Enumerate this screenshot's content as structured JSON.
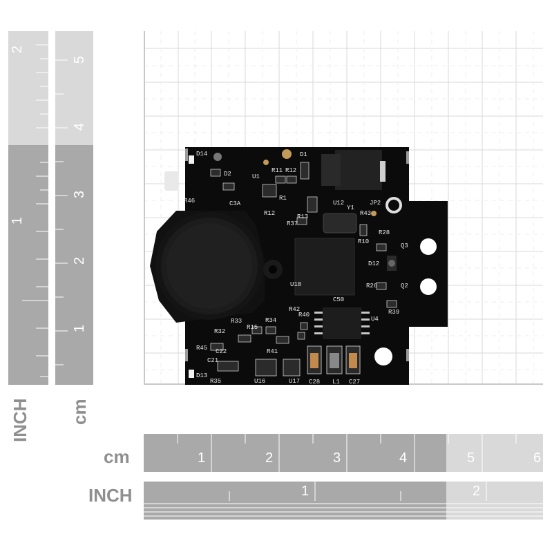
{
  "rulers": {
    "vertical_inch": {
      "label": "INCH",
      "ticks": [
        "1",
        "2"
      ]
    },
    "vertical_cm": {
      "label": "cm",
      "ticks": [
        "1",
        "2",
        "3",
        "4",
        "5"
      ]
    },
    "horizontal_cm": {
      "label": "cm",
      "ticks": [
        "1",
        "2",
        "3",
        "4",
        "5",
        "6"
      ]
    },
    "horizontal_inch": {
      "label": "INCH",
      "ticks": [
        "1",
        "2"
      ]
    }
  },
  "board": {
    "silkscreen": [
      "D14",
      "D1",
      "R11",
      "R12",
      "U1",
      "D2",
      "R46",
      "C3A",
      "R12",
      "R1",
      "U12",
      "Y1",
      "JP2",
      "R43",
      "R37",
      "R13",
      "R28",
      "R10",
      "Q3",
      "D12",
      "Q2",
      "R26",
      "R39",
      "U18",
      "C50",
      "R42",
      "R40",
      "U4",
      "R33",
      "R34",
      "R32",
      "R15",
      "R41",
      "R45",
      "C21",
      "C22",
      "D13",
      "R35",
      "U16",
      "U17",
      "C28",
      "L1",
      "C27"
    ]
  },
  "colors": {
    "ruler_dark": "#a9a9a9",
    "ruler_light": "#d9d9d9",
    "grid_line": "#d4d4d4",
    "pcb": "#0b0b0b"
  }
}
